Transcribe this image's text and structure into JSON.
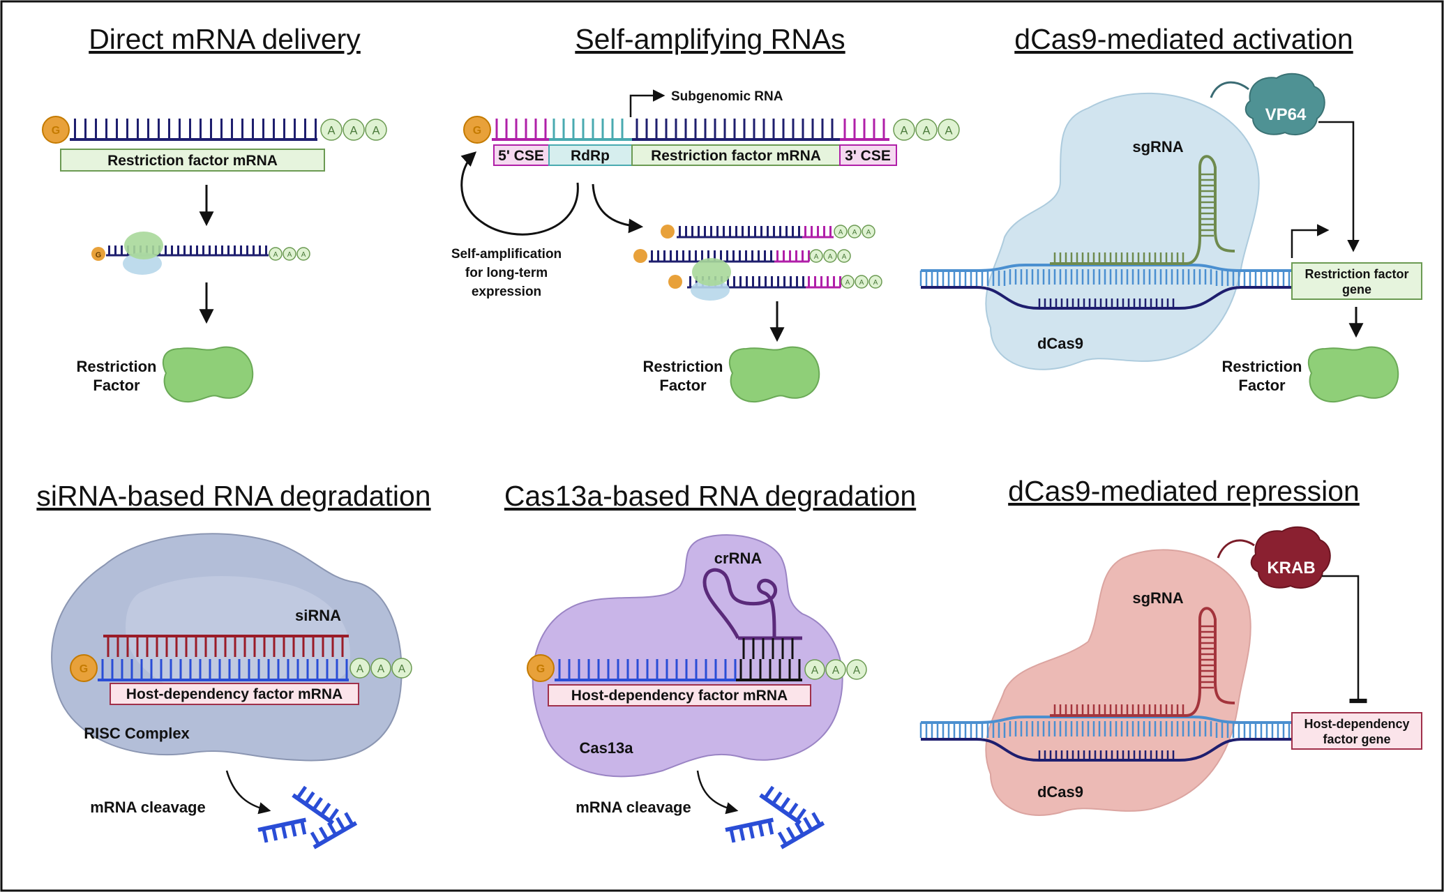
{
  "colors": {
    "dark_strand": "#1e1e6e",
    "blue_strand": "#2a4dd6",
    "red_strand": "#9a1c28",
    "magenta": "#b01fa8",
    "teal": "#49aab0",
    "green_box": "#e6f4dd",
    "green_border": "#6b9a52",
    "pink_box": "#fbe4ea",
    "pink_border": "#a0304a",
    "cap_orange": "#e8a13a",
    "protein_green": "#8fcf78",
    "cas9_blue": "#cfe3ef",
    "cas9_red": "#eab3ae",
    "risc": "#b3bed8",
    "cas13": "#c9b5e8"
  },
  "panels": {
    "direct": {
      "title": "Direct mRNA delivery",
      "cap": "G",
      "polyA": [
        "A",
        "A",
        "A"
      ],
      "mrna_label": "Restriction factor mRNA",
      "product_label": [
        "Restriction",
        "Factor"
      ]
    },
    "self_amp": {
      "title": "Self-amplifying RNAs",
      "cap": "G",
      "polyA": [
        "A",
        "A",
        "A"
      ],
      "subgenomic": "Subgenomic RNA",
      "segments": [
        "5' CSE",
        "RdRp",
        "Restriction factor mRNA",
        "3' CSE"
      ],
      "amp_label": [
        "Self-amplification",
        "for long-term",
        "expression"
      ],
      "product_label": [
        "Restriction",
        "Factor"
      ]
    },
    "dcas9_act": {
      "title": "dCas9-mediated activation",
      "effector": "VP64",
      "guide": "sgRNA",
      "protein": "dCas9",
      "gene_label": [
        "Restriction factor",
        "gene"
      ],
      "product_label": [
        "Restriction",
        "Factor"
      ]
    },
    "sirna": {
      "title": "siRNA-based RNA degradation",
      "cap": "G",
      "polyA": [
        "A",
        "A",
        "A"
      ],
      "guide": "siRNA",
      "mrna_label": "Host-dependency factor mRNA",
      "complex": "RISC Complex",
      "cleavage": "mRNA cleavage"
    },
    "cas13": {
      "title": "Cas13a-based RNA degradation",
      "cap": "G",
      "polyA": [
        "A",
        "A",
        "A"
      ],
      "guide": "crRNA",
      "mrna_label": "Host-dependency factor mRNA",
      "protein": "Cas13a",
      "cleavage": "mRNA cleavage"
    },
    "dcas9_rep": {
      "title": "dCas9-mediated repression",
      "effector": "KRAB",
      "guide": "sgRNA",
      "protein": "dCas9",
      "gene_label": [
        "Host-dependency",
        "factor gene"
      ]
    }
  }
}
